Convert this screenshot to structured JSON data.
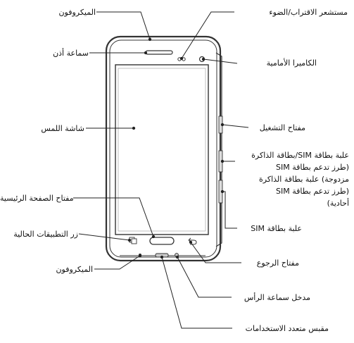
{
  "labels": {
    "mic_top": "الميكروفون",
    "earpiece": "سماعة أذن",
    "touchscreen": "شاشة اللمس",
    "home_key": "مفتاح الصفحة الرئيسية",
    "recent_apps": "زر التطبيقات الحالية",
    "mic_bottom": "الميكروفون",
    "proximity_sensor": "مستشعر الاقتراب/الضوء",
    "front_camera": "الكاميرا الأمامية",
    "power_key": "مفتاح التشغيل",
    "sim_memory_tray_lines": [
      "علبة بطاقة SIM/بطاقة الذاكرة",
      "(طرز تدعم بطاقة SIM",
      "مزدوجة) علبة بطاقة الذاكرة",
      "(طرز تدعم بطاقة SIM",
      "أحادية)"
    ],
    "sim_tray": "علبة بطاقة SIM",
    "back_key": "مفتاح الرجوع",
    "headset_jack": "مدخل سماعة الرأس",
    "usb_port": "مقبس متعدد الاستخدامات"
  },
  "colors": {
    "line": "#222222",
    "device_outline": "#333333",
    "text": "#111111"
  }
}
